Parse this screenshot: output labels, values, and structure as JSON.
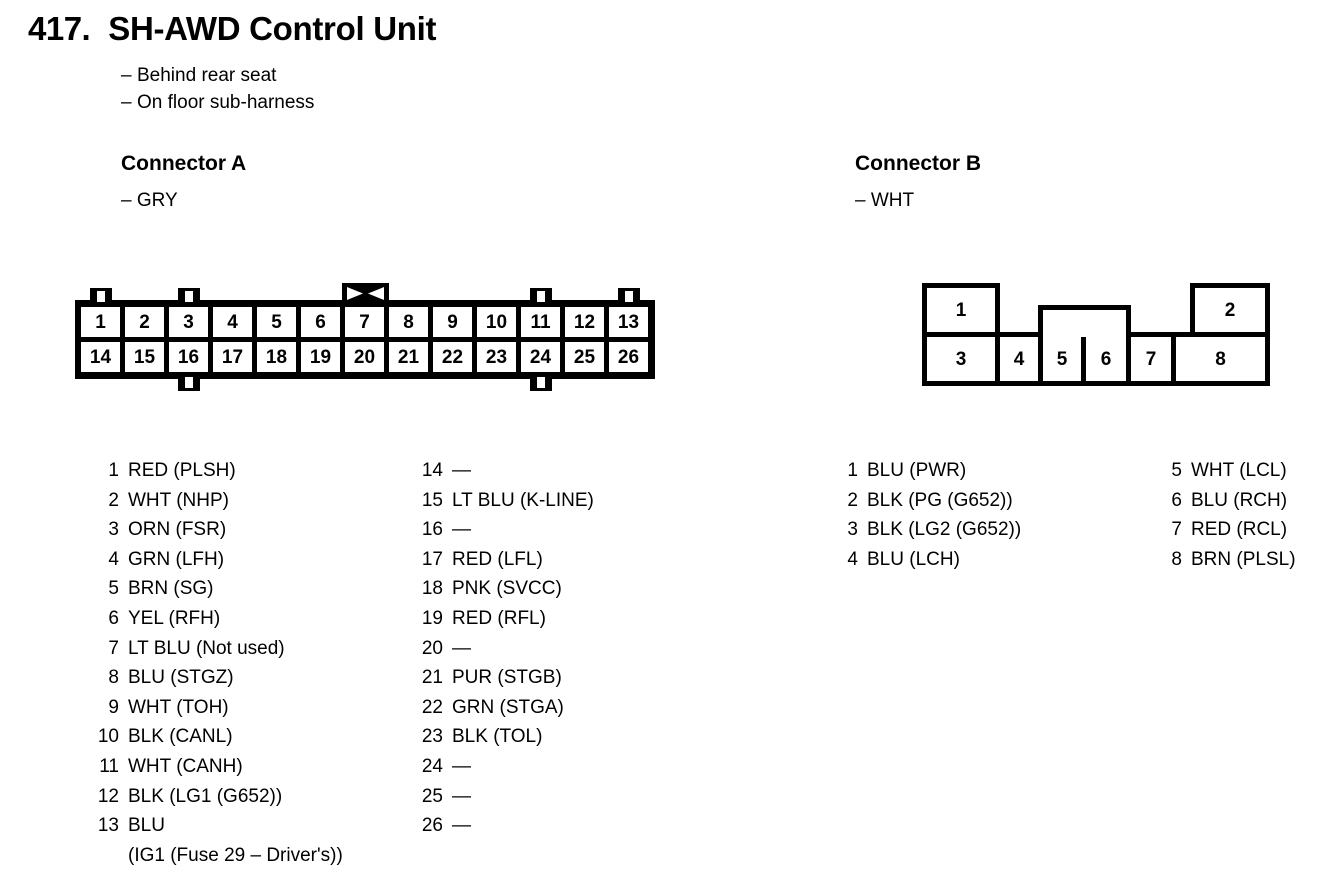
{
  "header": {
    "number": "417.",
    "title": "SH-AWD Control Unit",
    "notes": [
      "Behind rear seat",
      "On floor sub-harness"
    ],
    "dash": "–"
  },
  "connector_a": {
    "heading": "Connector A",
    "color_note": "– GRY",
    "diagram": {
      "top_row": [
        "1",
        "2",
        "3",
        "4",
        "5",
        "6",
        "7",
        "8",
        "9",
        "10",
        "11",
        "12",
        "13"
      ],
      "bottom_row": [
        "14",
        "15",
        "16",
        "17",
        "18",
        "19",
        "20",
        "21",
        "22",
        "23",
        "24",
        "25",
        "26"
      ],
      "top_tabs_above_pins": [
        "1",
        "3",
        "11",
        "13"
      ],
      "bottom_tabs_below_pins": [
        "16",
        "24"
      ],
      "center_latch_above_pin": "7",
      "center_latch_icon": "bowtie-latch-icon"
    },
    "pins_col1": [
      {
        "no": "1",
        "desc": "RED (PLSH)"
      },
      {
        "no": "2",
        "desc": "WHT (NHP)"
      },
      {
        "no": "3",
        "desc": "ORN (FSR)"
      },
      {
        "no": "4",
        "desc": "GRN (LFH)"
      },
      {
        "no": "5",
        "desc": "BRN (SG)"
      },
      {
        "no": "6",
        "desc": "YEL (RFH)"
      },
      {
        "no": "7",
        "desc": "LT BLU (Not used)"
      },
      {
        "no": "8",
        "desc": "BLU (STGZ)"
      },
      {
        "no": "9",
        "desc": "WHT (TOH)"
      },
      {
        "no": "10",
        "desc": "BLK (CANL)"
      },
      {
        "no": "11",
        "desc": "WHT (CANH)"
      },
      {
        "no": "12",
        "desc": "BLK (LG1 (G652))"
      },
      {
        "no": "13",
        "desc": "BLU",
        "desc2": "(IG1 (Fuse 29 – Driver's))"
      }
    ],
    "pins_col2": [
      {
        "no": "14",
        "desc": "—"
      },
      {
        "no": "15",
        "desc": "LT BLU (K-LINE)"
      },
      {
        "no": "16",
        "desc": "—"
      },
      {
        "no": "17",
        "desc": "RED (LFL)"
      },
      {
        "no": "18",
        "desc": "PNK (SVCC)"
      },
      {
        "no": "19",
        "desc": "RED (RFL)"
      },
      {
        "no": "20",
        "desc": "—"
      },
      {
        "no": "21",
        "desc": "PUR (STGB)"
      },
      {
        "no": "22",
        "desc": "GRN (STGA)"
      },
      {
        "no": "23",
        "desc": "BLK (TOL)"
      },
      {
        "no": "24",
        "desc": "—"
      },
      {
        "no": "25",
        "desc": "—"
      },
      {
        "no": "26",
        "desc": "—"
      }
    ]
  },
  "connector_b": {
    "heading": "Connector B",
    "color_note": "– WHT",
    "diagram": {
      "top_row": [
        "1",
        "2"
      ],
      "bottom_row": [
        "3",
        "4",
        "5",
        "6",
        "7",
        "8"
      ],
      "blank_top_box": ""
    },
    "pins_col1": [
      {
        "no": "1",
        "desc": "BLU (PWR)"
      },
      {
        "no": "2",
        "desc": "BLK (PG (G652))"
      },
      {
        "no": "3",
        "desc": "BLK (LG2 (G652))"
      },
      {
        "no": "4",
        "desc": "BLU (LCH)"
      }
    ],
    "pins_col2": [
      {
        "no": "5",
        "desc": "WHT (LCL)"
      },
      {
        "no": "6",
        "desc": "BLU (RCH)"
      },
      {
        "no": "7",
        "desc": "RED (RCL)"
      },
      {
        "no": "8",
        "desc": "BRN (PLSL)"
      }
    ]
  },
  "colors": {
    "ink": "#000000",
    "paper": "#ffffff"
  }
}
